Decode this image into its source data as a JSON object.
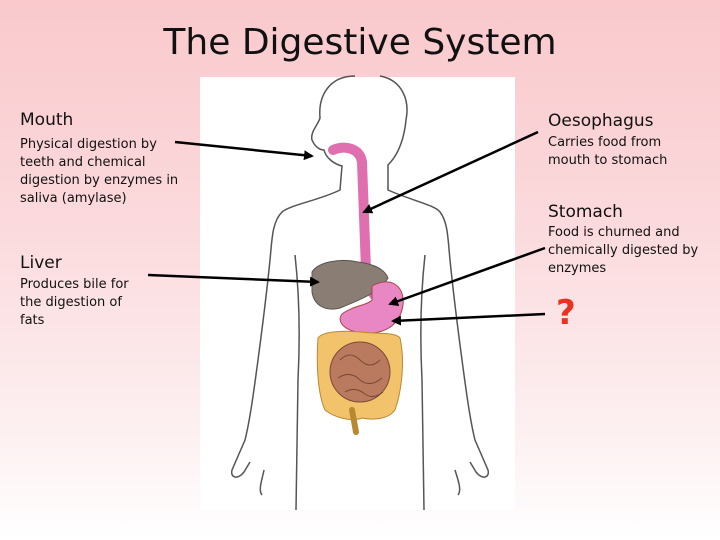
{
  "title": "The Digestive System",
  "labels": {
    "mouth": {
      "heading": "Mouth",
      "text": "Physical digestion by teeth and chemical digestion by enzymes in saliva (amylase)"
    },
    "liver": {
      "heading": "Liver",
      "text": "Produces bile for the digestion of fats"
    },
    "oesophagus": {
      "heading": "Oesophagus",
      "text": "Carries food from mouth to stomach"
    },
    "stomach": {
      "heading": "Stomach",
      "text": "Food is churned and chemically digested by enzymes"
    },
    "unknown": {
      "heading": "?"
    }
  },
  "colors": {
    "oesophagus": "#e06fb0",
    "liver": "#8a7d73",
    "intestine": "#f2c36b",
    "arrow": "#000000",
    "question": "#e8341e"
  }
}
